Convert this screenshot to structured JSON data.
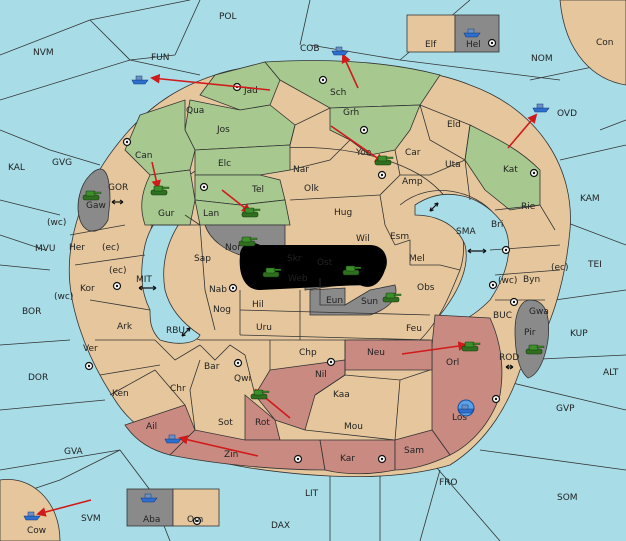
{
  "map": {
    "colors": {
      "sea": "#a8dde8",
      "neutral_land": "#e6c79d",
      "green_power": "#a7c990",
      "red_power": "#c98a82",
      "impassable": "#8a8a8a",
      "black_region": "#000000",
      "order_arrow": "#d11a1a",
      "army_green": "#3c8f2a",
      "fleet_blue": "#2d6fd1"
    },
    "sea_labels": {
      "POL": "POL",
      "NVM": "NVM",
      "FUN": "FUN",
      "COB": "COB",
      "NOM": "NOM",
      "OVD": "OVD",
      "KAL": "KAL",
      "GVG": "GVG",
      "GOR": "GOR",
      "KAM": "KAM",
      "MVU": "MVU",
      "TEI": "TEI",
      "BOR": "BOR",
      "MIT": "MIT",
      "SMA": "SMA",
      "RBU": "RBU",
      "BUC": "BUC",
      "KUP": "KUP",
      "DOR": "DOR",
      "ROD": "ROD",
      "ALT": "ALT",
      "GVP": "GVP",
      "GVA": "GVA",
      "FRO": "FRO",
      "LIT": "LIT",
      "SOM": "SOM",
      "SVM": "SVM",
      "DAX": "DAX"
    },
    "land_labels": {
      "Con": "Con",
      "Elf": "Elf",
      "Hel": "Hel",
      "Jad": "Jad",
      "Sch": "Sch",
      "Qua": "Qua",
      "Jos": "Jos",
      "Grh": "Grh",
      "Eld": "Eld",
      "Can": "Can",
      "Yoe": "Yoe",
      "Car": "Car",
      "Uta": "Uta",
      "Elc": "Elc",
      "Nar": "Nar",
      "Amp": "Amp",
      "Kat": "Kat",
      "Gur": "Gur",
      "Tel": "Tel",
      "Olk": "Olk",
      "Gaw": "Gaw",
      "Lan": "Lan",
      "Hug": "Hug",
      "Rie": "Rie",
      "Bri": "Bri",
      "Nor": "Nor",
      "Wil": "Wil",
      "Esm": "Esm",
      "Her": "Her",
      "Skr": "Skr",
      "Sap": "Sap",
      "Ost": "Ost",
      "Mel": "Mel",
      "Web": "Web",
      "Byn": "Byn",
      "Kor": "Kor",
      "Nab": "Nab",
      "Eun": "Eun",
      "Sun": "Sun",
      "Obs": "Obs",
      "Gwa": "Gwa",
      "Hil": "Hil",
      "Nog": "Nog",
      "Ark": "Ark",
      "Uru": "Uru",
      "Feu": "Feu",
      "Pir": "Pir",
      "Ver": "Ver",
      "Chp": "Chp",
      "Neu": "Neu",
      "Bar": "Bar",
      "Qwi": "Qwi",
      "Orl": "Orl",
      "Nil": "Nil",
      "Ken": "Ken",
      "Chr": "Chr",
      "Kaa": "Kaa",
      "Los": "Los",
      "Rot": "Rot",
      "Sot": "Sot",
      "Ail": "Ail",
      "Mou": "Mou",
      "Zin": "Zin",
      "Kar": "Kar",
      "Sam": "Sam",
      "Aba": "Aba",
      "Orn": "Orn",
      "Cow": "Cow"
    },
    "coast_labels": {
      "gaw_wc": "(wc)",
      "her_ec": "(ec)",
      "kor_ec": "(ec)",
      "kor_wc": "(wc)",
      "byn_wc": "(wc)",
      "byn_ec": "(ec)"
    },
    "unit_types": {
      "army": "army-tank-icon",
      "fleet": "fleet-ship-icon"
    }
  }
}
